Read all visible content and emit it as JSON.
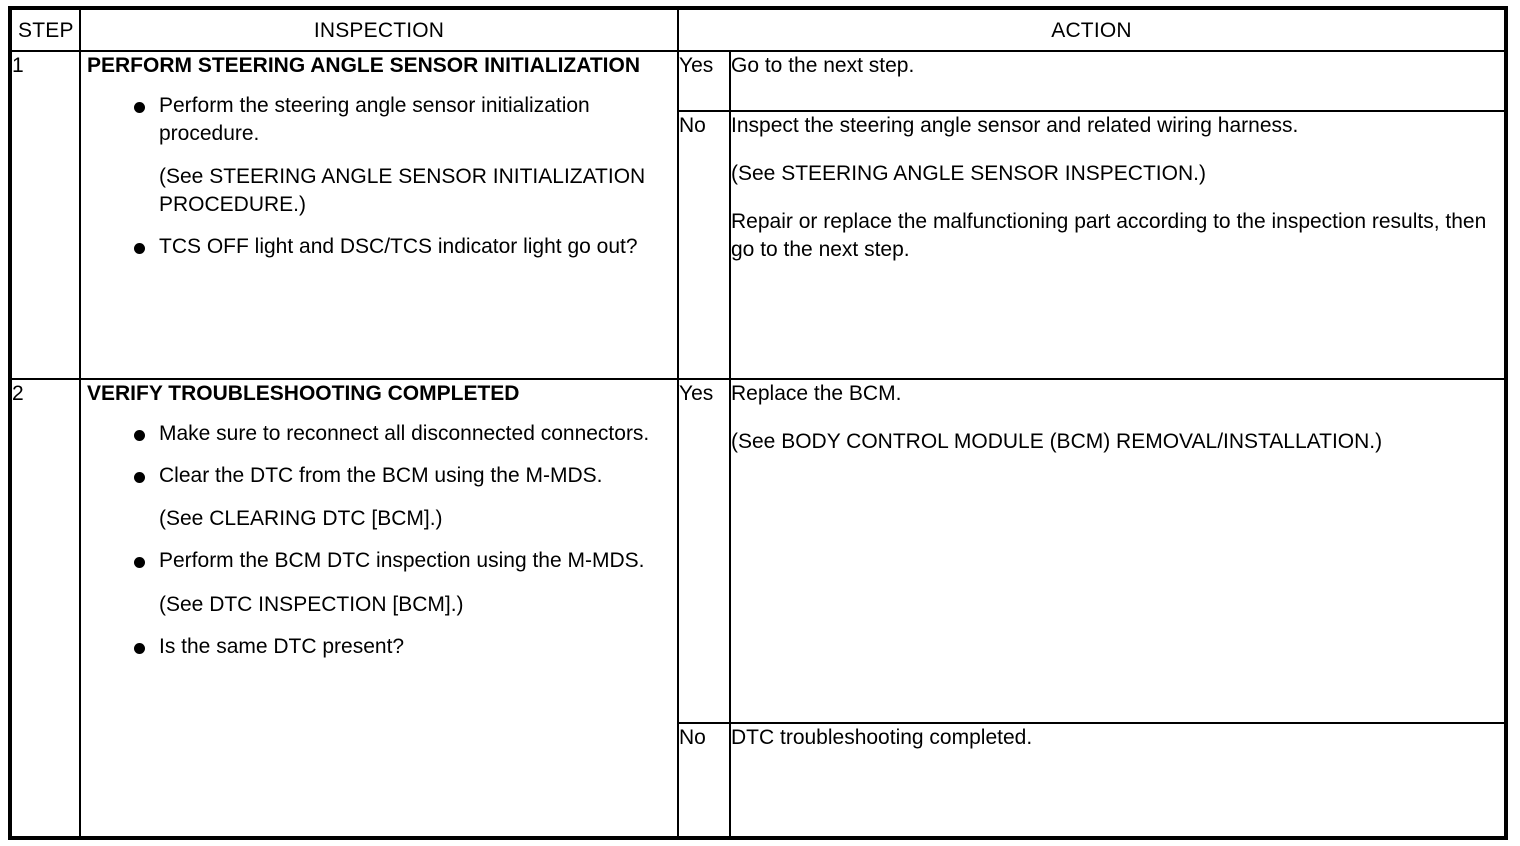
{
  "table": {
    "headers": {
      "step": "STEP",
      "inspection": "INSPECTION",
      "action": "ACTION"
    },
    "rows": [
      {
        "step": "1",
        "inspection": {
          "title": "PERFORM STEERING ANGLE SENSOR INITIALIZATION",
          "items": [
            {
              "bullet": true,
              "text": "Perform the steering angle sensor initialization procedure."
            },
            {
              "bullet": false,
              "text": "(See STEERING ANGLE SENSOR INITIALIZATION PROCEDURE.)"
            },
            {
              "bullet": true,
              "text": "TCS OFF light and DSC/TCS indicator light go out?"
            }
          ]
        },
        "actions": [
          {
            "label": "Yes",
            "paragraphs": [
              "Go to the next step."
            ]
          },
          {
            "label": "No",
            "paragraphs": [
              "Inspect the steering angle sensor and related wiring harness.",
              "(See STEERING ANGLE SENSOR INSPECTION.)",
              "Repair or replace the malfunctioning part according to the inspection results, then go to the next step."
            ]
          }
        ]
      },
      {
        "step": "2",
        "inspection": {
          "title": "VERIFY TROUBLESHOOTING COMPLETED",
          "items": [
            {
              "bullet": true,
              "text": "Make sure to reconnect all disconnected connectors."
            },
            {
              "bullet": true,
              "text": "Clear the DTC from the BCM using the M-MDS."
            },
            {
              "bullet": false,
              "text": "(See CLEARING DTC [BCM].)"
            },
            {
              "bullet": true,
              "text": "Perform the BCM DTC inspection using the M-MDS."
            },
            {
              "bullet": false,
              "text": "(See DTC INSPECTION [BCM].)"
            },
            {
              "bullet": true,
              "text": "Is the same DTC present?"
            }
          ]
        },
        "actions": [
          {
            "label": "Yes",
            "paragraphs": [
              "Replace the BCM.",
              "(See BODY CONTROL MODULE (BCM) REMOVAL/INSTALLATION.)"
            ]
          },
          {
            "label": "No",
            "paragraphs": [
              "DTC troubleshooting completed."
            ]
          }
        ]
      }
    ]
  },
  "colors": {
    "border": "#000000",
    "text": "#000000",
    "background": "#ffffff"
  }
}
